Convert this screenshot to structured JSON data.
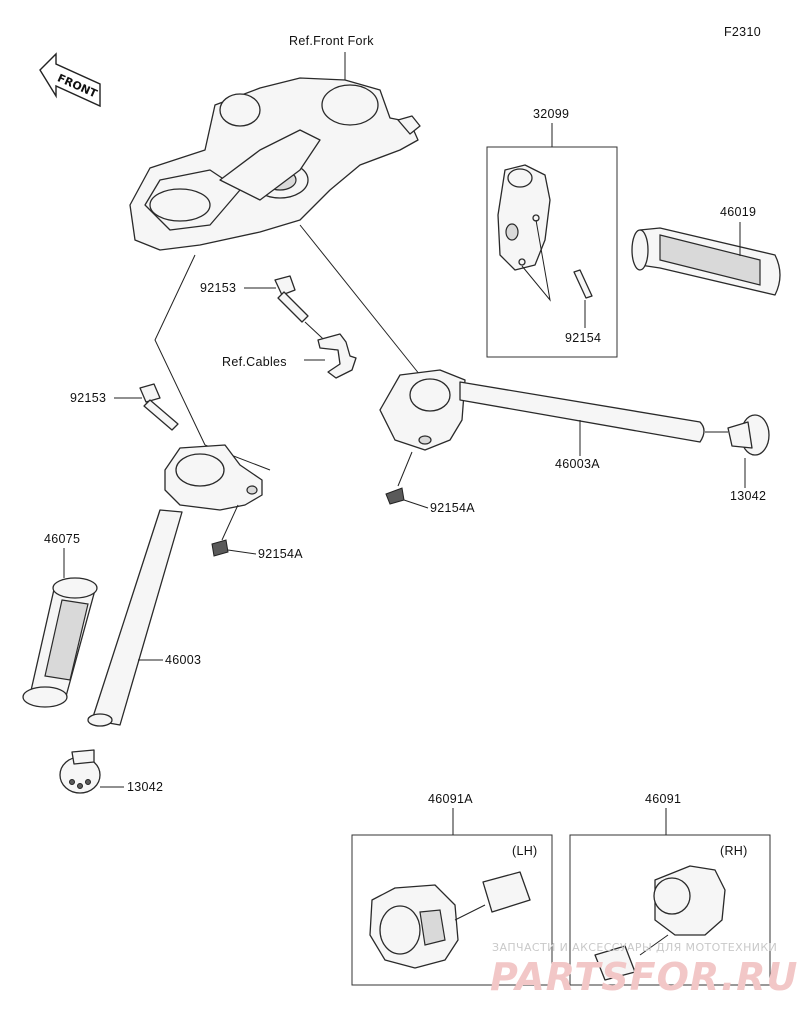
{
  "figure_code": "F2310",
  "front_arrow_text": "FRONT",
  "labels": {
    "ref_front_fork": "Ref.Front Fork",
    "ref_cables": "Ref.Cables",
    "p32099": "32099",
    "p46019": "46019",
    "p92154": "92154",
    "p92153_upper": "92153",
    "p92153_lower": "92153",
    "p46003A": "46003A",
    "p13042_right": "13042",
    "p92154A_right": "92154A",
    "p92154A_left": "92154A",
    "p46075": "46075",
    "p46003": "46003",
    "p13042_left": "13042",
    "p46091A": "46091A",
    "p46091": "46091",
    "lh": "(LH)",
    "rh": "(RH)"
  },
  "watermark": {
    "tagline": "ЗАПЧАСТИ И АКСЕССУАРЫ ДЛЯ МОТОТЕХНИКИ",
    "brand": "PARTSFOR.RU"
  }
}
